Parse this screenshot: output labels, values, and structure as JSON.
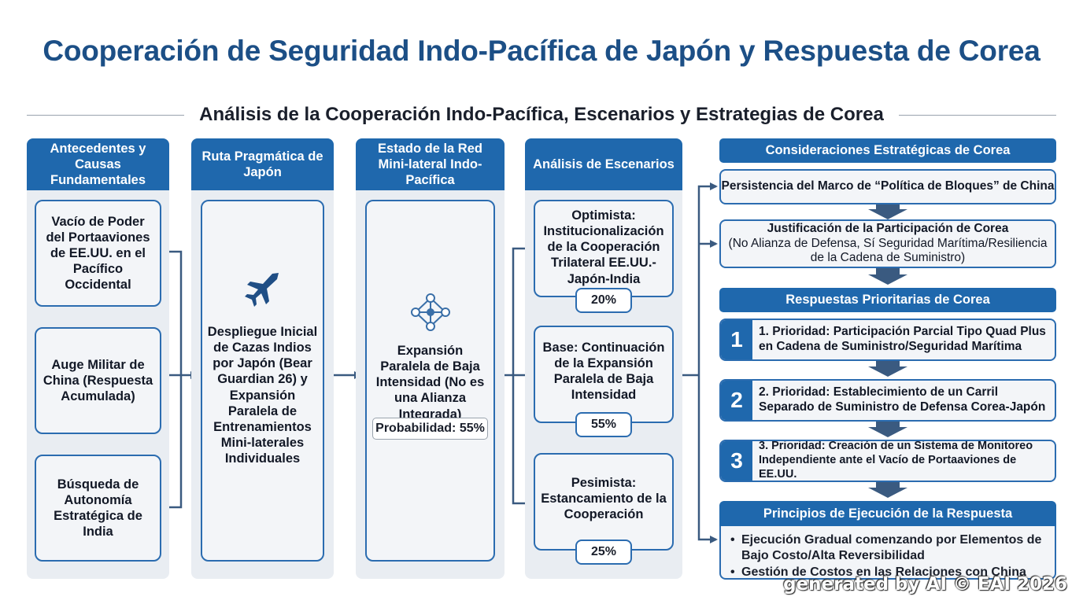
{
  "title": "Cooperación de Seguridad Indo-Pacífica de Japón y Respuesta de Corea",
  "subtitle": "Análisis de la Cooperación Indo-Pacífica, Escenarios y Estrategias de Corea",
  "columns": {
    "antecedentes": {
      "header": "Antecedentes y Causas Fundamentales",
      "cards": [
        "Vacío de Poder del Portaaviones de EE.UU. en el Pacífico Occidental",
        "Auge Militar de China (Respuesta Acumulada)",
        "Búsqueda de Autonomía Estratégica de India"
      ]
    },
    "ruta": {
      "header": "Ruta Pragmática de Japón",
      "card": "Despliegue Inicial de Cazas Indios por Japón (Bear Guardian 26) y Expansión Paralela de Entrenamientos Mini-laterales Individuales",
      "icon": "fighter-jet-icon"
    },
    "estado": {
      "header": "Estado de la Red Mini-lateral Indo-Pacífica",
      "card": "Expansión Paralela de Baja Intensidad (No es una Alianza Integrada)",
      "probability": "Probabilidad: 55%",
      "icon": "network-icon"
    },
    "escenarios": {
      "header": "Análisis de Escenarios",
      "cards": [
        {
          "text": "Optimista: Institucionalización de la Cooperación Trilateral EE.UU.-Japón-India",
          "pct": "20%"
        },
        {
          "text": "Base: Continuación de la Expansión Paralela de Baja Intensidad",
          "pct": "55%"
        },
        {
          "text": "Pesimista: Estancamiento de la Cooperación",
          "pct": "25%"
        }
      ]
    }
  },
  "right": {
    "considerations_header": "Consideraciones Estratégicas de Corea",
    "persistence": "Persistencia del Marco de “Política de Bloques” de China",
    "justification_title": "Justificación de la Participación de Corea",
    "justification_body": "(No Alianza de Defensa, Sí Seguridad Marítima/Resiliencia de la Cadena de Suministro)",
    "priority_header": "Respuestas Prioritarias de Corea",
    "priorities": [
      {
        "num": "1",
        "text": "1. Prioridad: Participación Parcial Tipo Quad Plus en Cadena de Suministro/Seguridad Marítima"
      },
      {
        "num": "2",
        "text": "2. Prioridad: Establecimiento de un Carril Separado de Suministro de Defensa Corea-Japón"
      },
      {
        "num": "3",
        "text": "3. Prioridad: Creación de un Sistema de Monitoreo Independiente ante el Vacío de Portaaviones de EE.UU."
      }
    ],
    "principles_header": "Principios de Ejecución de la Respuesta",
    "principles": [
      "Ejecución Gradual comenzando por Elementos de Bajo Costo/Alta Reversibilidad",
      "Gestión de Costos en las Relaciones con China"
    ]
  },
  "colors": {
    "primary": "#1f68ad",
    "arrow": "#3a5a80",
    "panel": "#e9edf2",
    "title": "#1c4f86"
  },
  "watermark": "generated by AI © EAI 2026"
}
